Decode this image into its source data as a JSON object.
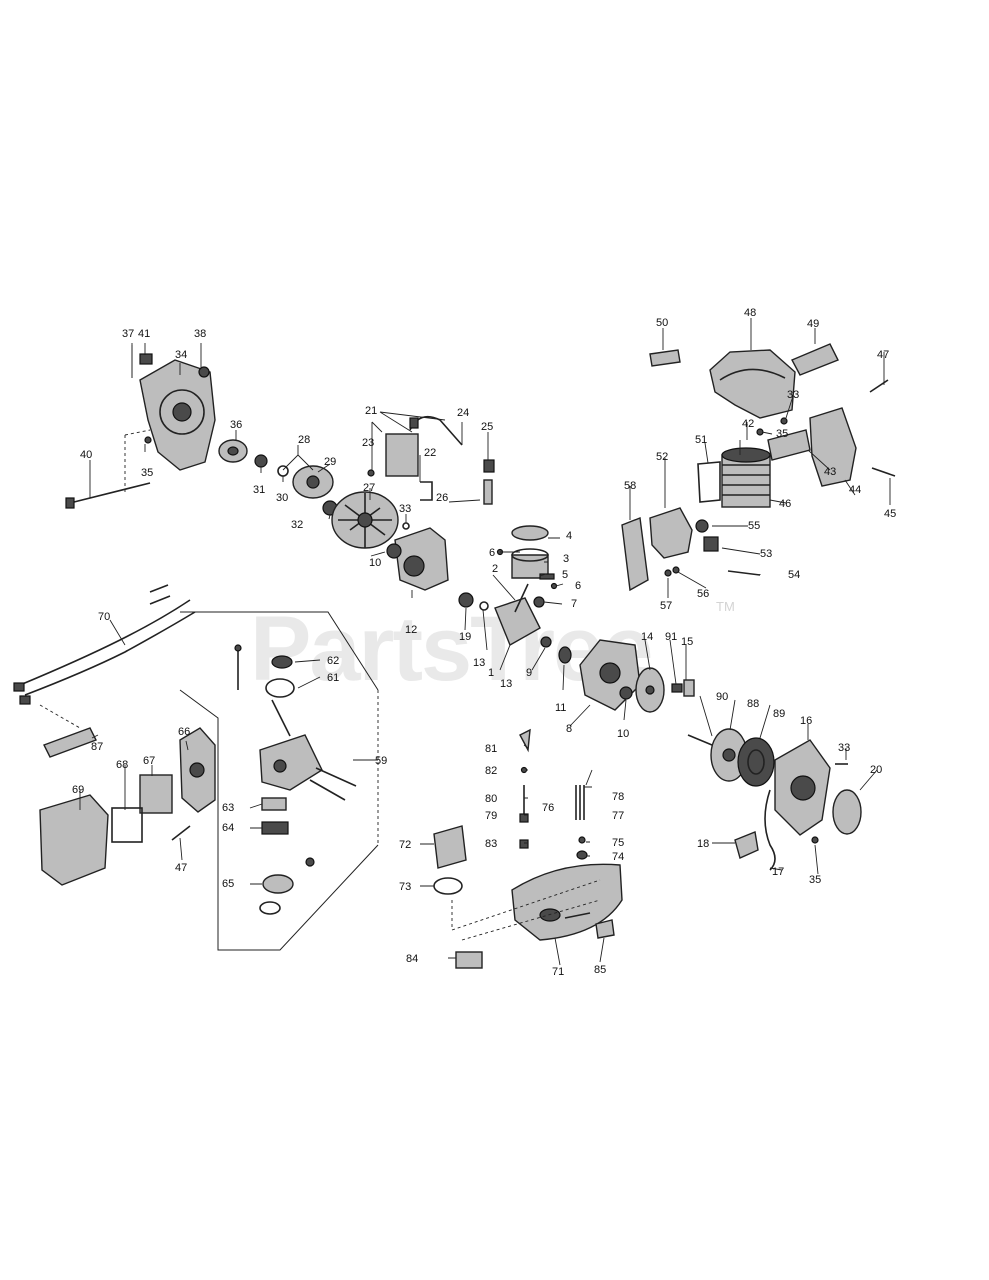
{
  "watermark": {
    "brand": "PartsTree",
    "trademark": "TM"
  },
  "part_numbers": [
    "1",
    "2",
    "3",
    "4",
    "5",
    "6",
    "7",
    "8",
    "9",
    "10",
    "11",
    "12",
    "13",
    "14",
    "15",
    "16",
    "17",
    "18",
    "19",
    "20",
    "21",
    "22",
    "23",
    "24",
    "25",
    "26",
    "27",
    "28",
    "29",
    "30",
    "31",
    "32",
    "33",
    "34",
    "35",
    "36",
    "37",
    "38",
    "40",
    "41",
    "42",
    "43",
    "44",
    "45",
    "46",
    "47",
    "48",
    "49",
    "50",
    "51",
    "52",
    "53",
    "54",
    "55",
    "56",
    "57",
    "58",
    "59",
    "61",
    "62",
    "63",
    "64",
    "65",
    "66",
    "67",
    "68",
    "69",
    "70",
    "71",
    "72",
    "73",
    "74",
    "75",
    "76",
    "77",
    "78",
    "79",
    "80",
    "81",
    "82",
    "83",
    "84",
    "85",
    "87",
    "88",
    "89",
    "90",
    "91"
  ]
}
